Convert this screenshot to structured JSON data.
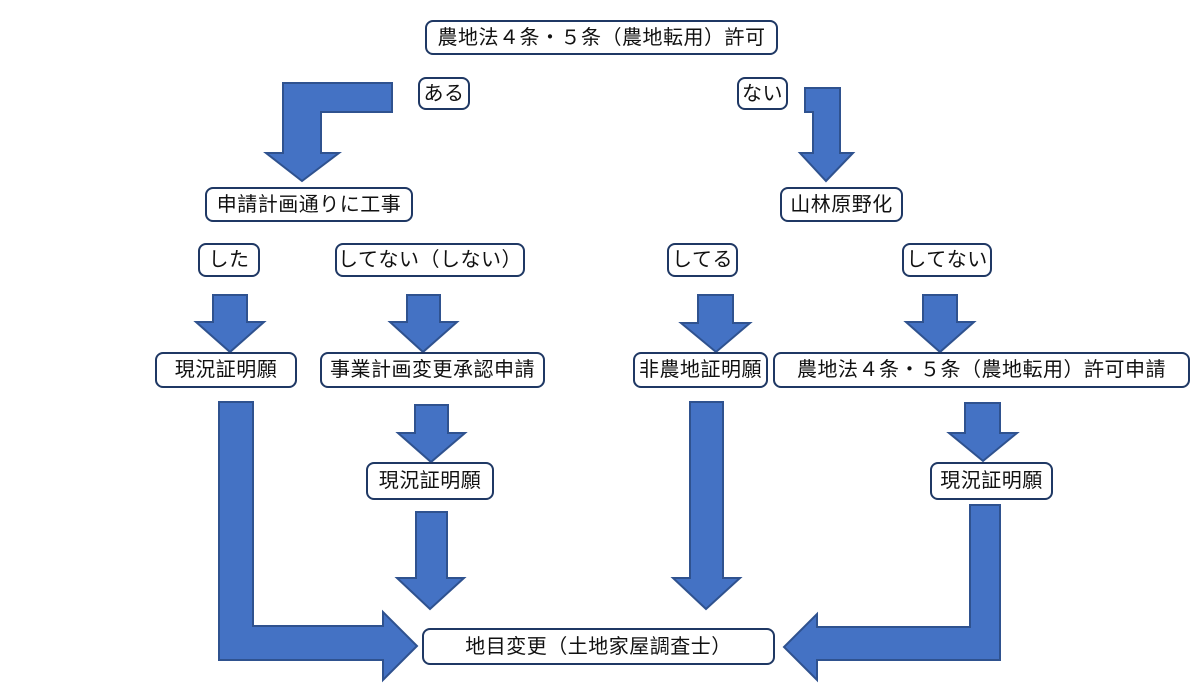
{
  "nodes": {
    "farmland_act_permit": "農地法４条・５条（農地転用）許可",
    "permit_exists": "ある",
    "permit_none": "ない",
    "construction_as_planned": "申請計画通りに工事",
    "forest_reversion": "山林原野化",
    "done": "した",
    "not_done": "してない（しない）",
    "doing": "してる",
    "not_doing": "してない",
    "status_cert_left": "現況証明願",
    "plan_change_application": "事業計画変更承認申請",
    "non_farmland_cert": "非農地証明願",
    "permit_application": "農地法４条・５条（農地転用）許可申請",
    "status_cert_mid": "現況証明願",
    "status_cert_right": "現況証明願",
    "land_category_change": "地目変更（土地家屋調査士）"
  },
  "edges": [
    {
      "from": "farmland_act_permit",
      "to": "permit_exists"
    },
    {
      "from": "farmland_act_permit",
      "to": "permit_none"
    },
    {
      "from": "permit_exists",
      "to": "construction_as_planned"
    },
    {
      "from": "permit_none",
      "to": "forest_reversion"
    },
    {
      "from": "done",
      "to": "status_cert_left"
    },
    {
      "from": "not_done",
      "to": "plan_change_application"
    },
    {
      "from": "doing",
      "to": "non_farmland_cert"
    },
    {
      "from": "not_doing",
      "to": "permit_application"
    },
    {
      "from": "plan_change_application",
      "to": "status_cert_mid"
    },
    {
      "from": "permit_application",
      "to": "status_cert_right"
    },
    {
      "from": "status_cert_mid",
      "to": "land_category_change"
    },
    {
      "from": "non_farmland_cert",
      "to": "land_category_change"
    },
    {
      "from": "status_cert_left",
      "to": "land_category_change"
    },
    {
      "from": "status_cert_right",
      "to": "land_category_change"
    }
  ],
  "colors": {
    "arrow_fill": "#4472C4",
    "arrow_stroke": "#2F528F",
    "box_border": "#1F3864",
    "box_fill": "#FFFFFF",
    "text": "#111111",
    "background": "#FFFFFF"
  }
}
